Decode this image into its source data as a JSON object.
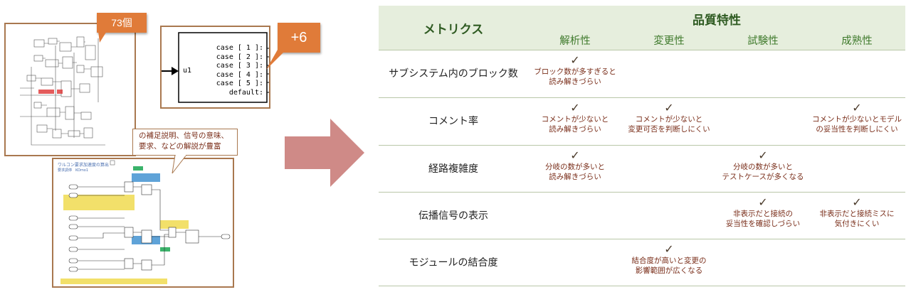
{
  "left": {
    "callout_blocks": "73個",
    "callout_plus": "+6",
    "switch_input": "u1",
    "switch_cases": [
      "case [ 1 ]:",
      "case [ 2 ]:",
      "case [ 3 ]:",
      "case [ 4 ]:",
      "case [ 5 ]:",
      "default:"
    ],
    "comment_note_line1": "の補足説明、信号の意味、",
    "comment_note_line2": "要求、などの解説が豊富",
    "model_title": "ワルコン要求加速度の算出",
    "model_subtitle": "要求調停　KOmo1"
  },
  "table": {
    "metric_header": "メトリクス",
    "quality_header": "品質特性",
    "characteristics": [
      "解析性",
      "変更性",
      "試験性",
      "成熟性"
    ],
    "check_symbol": "✓",
    "rows": [
      {
        "metric": "サブシステム内のブロック数",
        "cells": [
          {
            "checked": true,
            "lines": [
              "ブロック数が多すぎると",
              "読み解きづらい"
            ]
          },
          {
            "checked": false,
            "lines": []
          },
          {
            "checked": false,
            "lines": []
          },
          {
            "checked": false,
            "lines": []
          }
        ]
      },
      {
        "metric": "コメント率",
        "cells": [
          {
            "checked": true,
            "lines": [
              "コメントが少ないと",
              "読み解きづらい"
            ]
          },
          {
            "checked": true,
            "lines": [
              "コメントが少ないと",
              "変更可否を判断しにくい"
            ]
          },
          {
            "checked": false,
            "lines": []
          },
          {
            "checked": true,
            "lines": [
              "コメントが少ないとモデル",
              "の妥当性を判断しにくい"
            ]
          }
        ]
      },
      {
        "metric": "経路複雑度",
        "cells": [
          {
            "checked": true,
            "lines": [
              "分岐の数が多いと",
              "読み解きづらい"
            ]
          },
          {
            "checked": false,
            "lines": []
          },
          {
            "checked": true,
            "lines": [
              "分岐の数が多いと",
              "テストケースが多くなる"
            ]
          },
          {
            "checked": false,
            "lines": []
          }
        ]
      },
      {
        "metric": "伝播信号の表示",
        "cells": [
          {
            "checked": false,
            "lines": []
          },
          {
            "checked": false,
            "lines": []
          },
          {
            "checked": true,
            "lines": [
              "非表示だと接続の",
              "妥当性を確認しづらい"
            ]
          },
          {
            "checked": true,
            "lines": [
              "非表示だと接続ミスに",
              "気付きにくい"
            ]
          }
        ]
      },
      {
        "metric": "モジュールの結合度",
        "cells": [
          {
            "checked": false,
            "lines": []
          },
          {
            "checked": true,
            "lines": [
              "結合度が高いと変更の",
              "影響範囲が広くなる"
            ]
          },
          {
            "checked": false,
            "lines": []
          },
          {
            "checked": false,
            "lines": []
          }
        ]
      }
    ]
  },
  "colors": {
    "panel_border": "#a9784f",
    "callout": "#e07b39",
    "arrow": "#cf8a87",
    "header_bg": "#e6eedd",
    "header_text": "#2f5b22",
    "note_text": "#7a2e1a"
  }
}
